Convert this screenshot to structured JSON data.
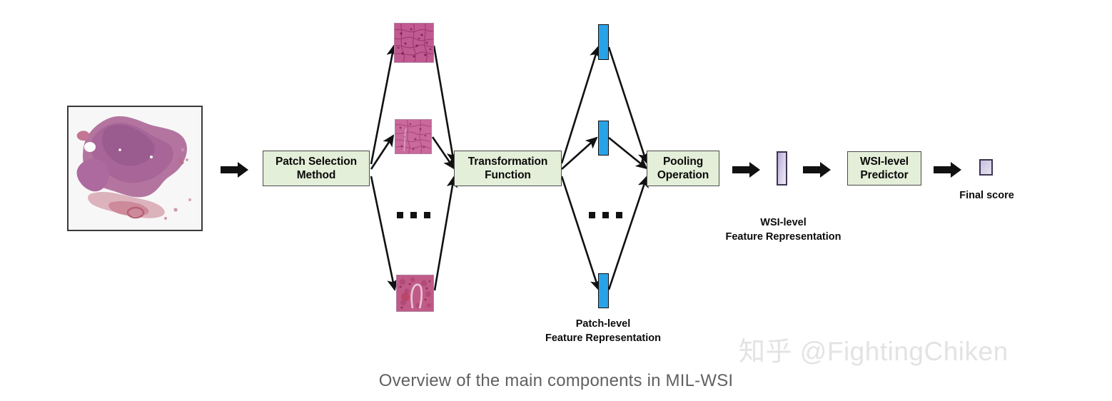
{
  "figure": {
    "caption": "Overview of the main components in MIL-WSI",
    "watermark": "知乎 @FightingChiken",
    "background_color": "#ffffff"
  },
  "colors": {
    "process_box_fill": "#e3efd8",
    "process_box_border": "#4c4c4c",
    "patch_feature_bar": "#29a3e8",
    "wsi_feature_bar": "#d2c9e6",
    "arrow": "#111111",
    "caption_text": "#616161",
    "watermark_text": "#e3e3e3"
  },
  "pipeline": {
    "input": {
      "name": "whole-slide-image-thumbnail",
      "alt": "Whole slide image H&E stained tissue section"
    },
    "boxes": [
      {
        "id": "patch-selection",
        "label": "Patch Selection\nMethod"
      },
      {
        "id": "transformation",
        "label": "Transformation\nFunction"
      },
      {
        "id": "pooling",
        "label": "Pooling\nOperation"
      },
      {
        "id": "wsi-predictor",
        "label": "WSI-level\nPredictor"
      }
    ],
    "patches": [
      {
        "id": "patch-top",
        "alt": "tissue patch 1"
      },
      {
        "id": "patch-middle",
        "alt": "tissue patch 2"
      },
      {
        "id": "patch-bottom",
        "alt": "tissue patch 3"
      }
    ],
    "patch_feature_vectors": [
      {
        "id": "feature-vector-top"
      },
      {
        "id": "feature-vector-middle"
      },
      {
        "id": "feature-vector-bottom"
      }
    ],
    "wsi_feature_vector": {
      "id": "wsi-feature-vector"
    },
    "final_score_box": {
      "id": "final-score-swatch"
    },
    "ellipses": [
      {
        "id": "patch-ellipsis",
        "dots": 3
      },
      {
        "id": "feature-ellipsis",
        "dots": 3
      }
    ],
    "labels": {
      "patch_feature": "Patch-level\nFeature Representation",
      "wsi_feature": "WSI-level\nFeature Representation",
      "final_score": "Final score"
    },
    "arrows": [
      {
        "id": "arrow-input-to-selection"
      },
      {
        "id": "arrow-pooling-to-wsi-feature"
      },
      {
        "id": "arrow-wsi-feature-to-predictor"
      },
      {
        "id": "arrow-predictor-to-score"
      }
    ]
  }
}
